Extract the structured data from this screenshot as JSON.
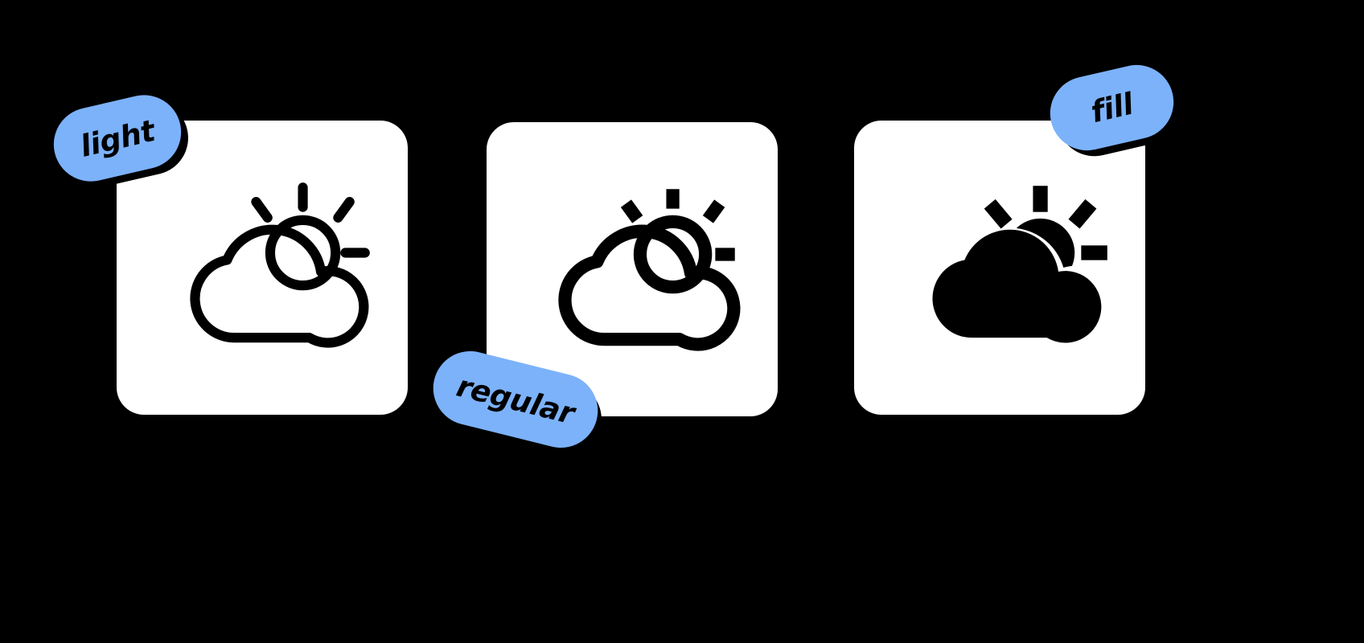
{
  "page": {
    "background_color": "#000000",
    "card_color": "#ffffff",
    "badge_color": "#7CB2FA",
    "icon_color": "#000000",
    "shadow_color": "#000000"
  },
  "icon": {
    "name": "cloud-sun-icon",
    "semantic": "cloud-sun"
  },
  "variants": [
    {
      "id": "light",
      "label": "light",
      "weight": "light",
      "stroke_width": 12,
      "badge_rotation_deg": -13,
      "badge_position": "top-left"
    },
    {
      "id": "regular",
      "label": "regular",
      "weight": "regular",
      "stroke_width": 16,
      "badge_rotation_deg": 14,
      "badge_position": "bottom-left"
    },
    {
      "id": "fill",
      "label": "fill",
      "weight": "fill",
      "stroke_width": 0,
      "badge_rotation_deg": -13,
      "badge_position": "top-right"
    }
  ]
}
